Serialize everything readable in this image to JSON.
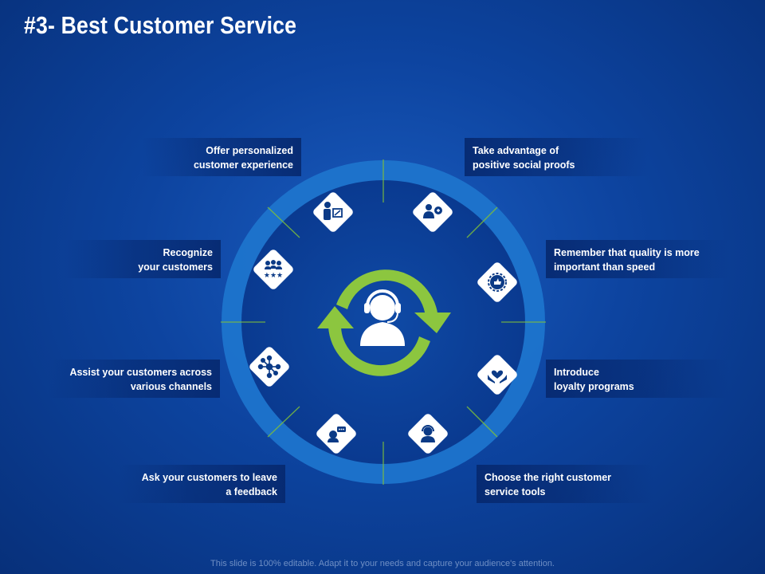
{
  "slide": {
    "title": "#3- Best Customer Service",
    "footer": "This slide is 100% editable. Adapt it to your needs and capture your audience's attention."
  },
  "items": [
    {
      "line1": "Offer personalized",
      "line2": "customer experience",
      "icon": "presenter-board-icon"
    },
    {
      "line1": "Take advantage of",
      "line2": "positive social proofs",
      "icon": "customer-endorsement-icon"
    },
    {
      "line1": "Recognize",
      "line2": "your customers",
      "icon": "customer-rating-icon"
    },
    {
      "line1": "Remember that quality is more",
      "line2": "important than speed",
      "icon": "quality-badge-icon"
    },
    {
      "line1": "Assist your customers across",
      "line2": "various channels",
      "icon": "network-channels-icon"
    },
    {
      "line1": "Introduce",
      "line2": "loyalty programs",
      "icon": "heart-hands-icon"
    },
    {
      "line1": "Ask your customers to leave",
      "line2": "a feedback",
      "icon": "feedback-chat-icon"
    },
    {
      "line1": "Choose the right customer",
      "line2": "service tools",
      "icon": "support-agent-icon"
    }
  ],
  "center": {
    "icon": "customer-support-headset-icon"
  },
  "colors": {
    "accent_green": "#8cc63f",
    "ring": "#1c72c9",
    "disk": "#0c3f98",
    "diamond": "#ffffff",
    "icon": "#0b3a86"
  }
}
